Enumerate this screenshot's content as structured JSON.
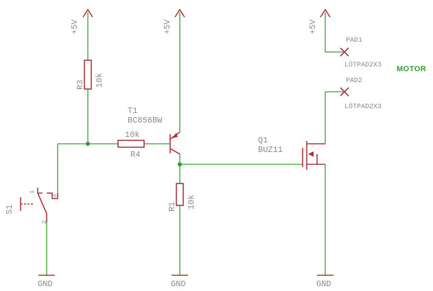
{
  "supply": {
    "label": "+5V"
  },
  "ground": {
    "label": "GND"
  },
  "resistors": {
    "r3": {
      "name": "R3",
      "value": "10k"
    },
    "r4": {
      "name": "R4",
      "value": "10k"
    },
    "r1": {
      "name": "R1",
      "value": "10k"
    }
  },
  "transistor": {
    "name": "T1",
    "part": "BC856BW"
  },
  "mosfet": {
    "name": "Q1",
    "part": "BUZ11"
  },
  "switch": {
    "name": "S1",
    "pin1": "1",
    "pin2": "2",
    "pin3": "3"
  },
  "pads": [
    {
      "name": "PAD1",
      "part": "LÖTPAD2X3"
    },
    {
      "name": "PAD2",
      "part": "LÖTPAD2X3"
    }
  ],
  "motor": {
    "label": "MOTOR"
  },
  "colors": {
    "wire": "#2e9e2e",
    "part": "#a8333c",
    "text": "#8a8a8a",
    "background": "#ffffff"
  }
}
